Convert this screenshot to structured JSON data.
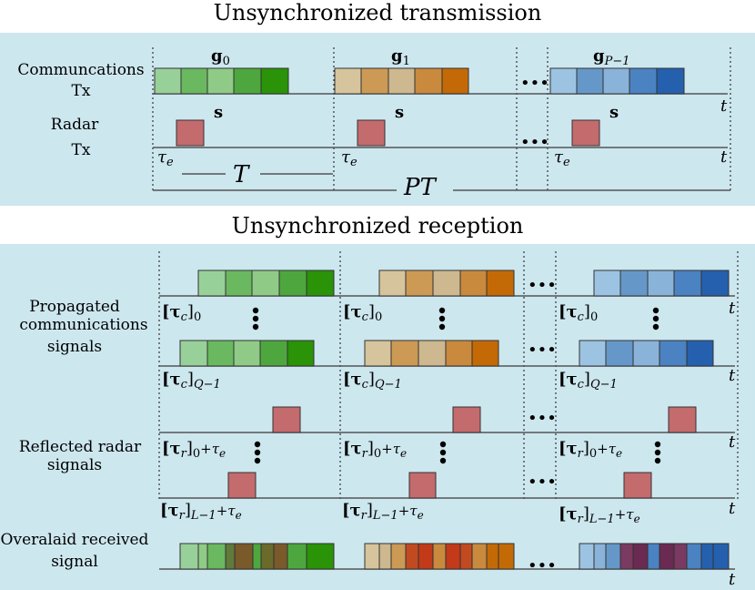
{
  "titles": {
    "tx": "Unsynchronized transmission",
    "rx": "Unsynchronized reception"
  },
  "tx_labels": {
    "comm_line1": "Communcations",
    "comm_line2": "Tx",
    "radar_line1": "Radar",
    "radar_line2": "Tx"
  },
  "rx_labels": {
    "prop_line1": "Propagated",
    "prop_line2": "communications",
    "prop_line3": "signals",
    "refl_line1": "Reflected radar",
    "refl_line2": "signals",
    "over_line1": "Overalaid received",
    "over_line2": "signal"
  },
  "symbols": {
    "time": "t",
    "period": "T",
    "total_period": "PT",
    "radar_waveform": "s",
    "ellipsis": "•••",
    "vdots": "⋮",
    "g0_base": "g",
    "g0_sub": "0",
    "g1_base": "g",
    "g1_sub": "1",
    "gP_base": "g",
    "gP_sub": "P−1",
    "tau_e_base": "τ",
    "tau_e_sub": "e",
    "tau_c_base": "[τ",
    "tau_c_close": "]",
    "tau_c_sub": "c",
    "tau_c_idx0": "0",
    "tau_c_idxQ": "Q−1",
    "tau_r_base": "[τ",
    "tau_r_close": "]",
    "tau_r_sub": "r",
    "tau_r_idx0": "0",
    "tau_r_idxL": "L−1",
    "plus_tau_e": "+τ"
  },
  "colors": {
    "panel_bg": "#cde7ef",
    "radar_pulse": "#c46b6d",
    "green": [
      "#98d09a",
      "#6ab85f",
      "#8fcb87",
      "#4ea73e",
      "#2a9308"
    ],
    "orange": [
      "#d6c49c",
      "#cc9a55",
      "#cdb88f",
      "#c98a3e",
      "#c36a07"
    ],
    "blue": [
      "#9cc4e2",
      "#6598c8",
      "#8ab3da",
      "#4b82c2",
      "#2460ad"
    ],
    "overlay_green_mix": "#7a5a2a",
    "overlay_orange_mix": "#c24a20",
    "overlay_blue_mix": "#7a3a62"
  }
}
